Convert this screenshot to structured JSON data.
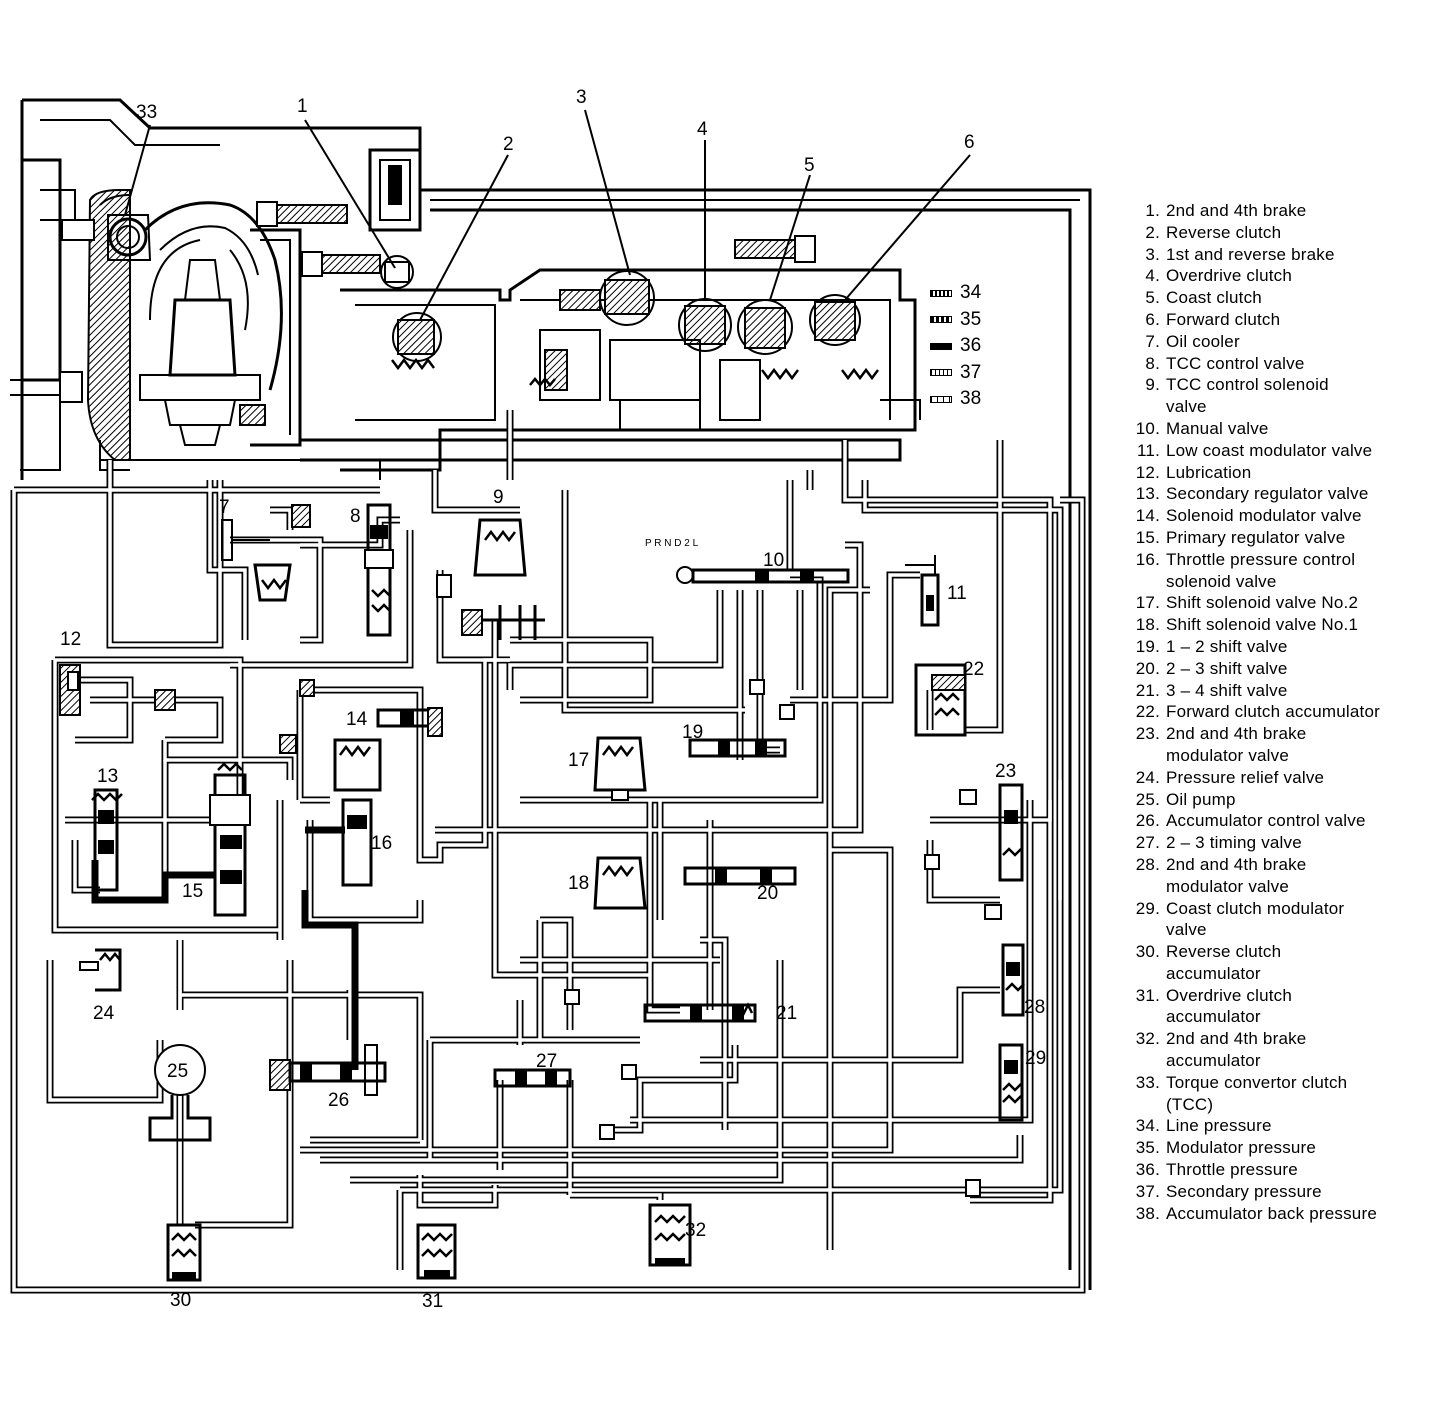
{
  "diagram": {
    "callouts": [
      {
        "label": "33"
      },
      {
        "label": "1"
      },
      {
        "label": "2"
      },
      {
        "label": "3"
      },
      {
        "label": "4"
      },
      {
        "label": "5"
      },
      {
        "label": "6"
      },
      {
        "label": "7"
      },
      {
        "label": "8"
      },
      {
        "label": "9"
      },
      {
        "label": "10"
      },
      {
        "label": "11"
      },
      {
        "label": "12"
      },
      {
        "label": "13"
      },
      {
        "label": "14"
      },
      {
        "label": "15"
      },
      {
        "label": "16"
      },
      {
        "label": "17"
      },
      {
        "label": "18"
      },
      {
        "label": "19"
      },
      {
        "label": "20"
      },
      {
        "label": "21"
      },
      {
        "label": "22"
      },
      {
        "label": "23"
      },
      {
        "label": "24"
      },
      {
        "label": "25"
      },
      {
        "label": "26"
      },
      {
        "label": "27"
      },
      {
        "label": "28"
      },
      {
        "label": "29"
      },
      {
        "label": "30"
      },
      {
        "label": "31"
      },
      {
        "label": "32"
      }
    ],
    "selector_label": "P R N D 2 L"
  },
  "pressure_key": [
    {
      "label": "34"
    },
    {
      "label": "35"
    },
    {
      "label": "36"
    },
    {
      "label": "37"
    },
    {
      "label": "38"
    }
  ],
  "legend": [
    {
      "num": "1.",
      "text": "2nd and 4th brake"
    },
    {
      "num": "2.",
      "text": "Reverse clutch"
    },
    {
      "num": "3.",
      "text": "1st and reverse brake"
    },
    {
      "num": "4.",
      "text": "Overdrive clutch"
    },
    {
      "num": "5.",
      "text": "Coast clutch"
    },
    {
      "num": "6.",
      "text": "Forward clutch"
    },
    {
      "num": "7.",
      "text": "Oil cooler"
    },
    {
      "num": "8.",
      "text": "TCC control valve"
    },
    {
      "num": "9.",
      "text": "TCC control solenoid\nvalve"
    },
    {
      "num": "10.",
      "text": "Manual valve"
    },
    {
      "num": "11.",
      "text": "Low coast modulator valve"
    },
    {
      "num": "12.",
      "text": "Lubrication"
    },
    {
      "num": "13.",
      "text": "Secondary regulator valve"
    },
    {
      "num": "14.",
      "text": "Solenoid modulator valve"
    },
    {
      "num": "15.",
      "text": "Primary regulator valve"
    },
    {
      "num": "16.",
      "text": "Throttle pressure control\nsolenoid valve"
    },
    {
      "num": "17.",
      "text": "Shift solenoid valve No.2"
    },
    {
      "num": "18.",
      "text": "Shift solenoid valve No.1"
    },
    {
      "num": "19.",
      "text": "1 – 2 shift valve"
    },
    {
      "num": "20.",
      "text": "2 – 3 shift valve"
    },
    {
      "num": "21.",
      "text": "3 – 4 shift valve"
    },
    {
      "num": "22.",
      "text": "Forward clutch accumulator"
    },
    {
      "num": "23.",
      "text": "2nd and 4th brake\nmodulator valve"
    },
    {
      "num": "24.",
      "text": "Pressure relief valve"
    },
    {
      "num": "25.",
      "text": "Oil pump"
    },
    {
      "num": "26.",
      "text": "Accumulator control valve"
    },
    {
      "num": "27.",
      "text": "2 – 3 timing valve"
    },
    {
      "num": "28.",
      "text": "2nd and 4th brake\nmodulator valve"
    },
    {
      "num": "29.",
      "text": "Coast clutch modulator\nvalve"
    },
    {
      "num": "30.",
      "text": "Reverse clutch\naccumulator"
    },
    {
      "num": "31.",
      "text": "Overdrive clutch\naccumulator"
    },
    {
      "num": "32.",
      "text": "2nd and 4th brake\naccumulator"
    },
    {
      "num": "33.",
      "text": "Torque convertor clutch\n(TCC)"
    },
    {
      "num": "34.",
      "text": "Line pressure"
    },
    {
      "num": "35.",
      "text": "Modulator pressure"
    },
    {
      "num": "36.",
      "text": "Throttle pressure"
    },
    {
      "num": "37.",
      "text": "Secondary pressure"
    },
    {
      "num": "38.",
      "text": "Accumulator back pressure"
    }
  ]
}
